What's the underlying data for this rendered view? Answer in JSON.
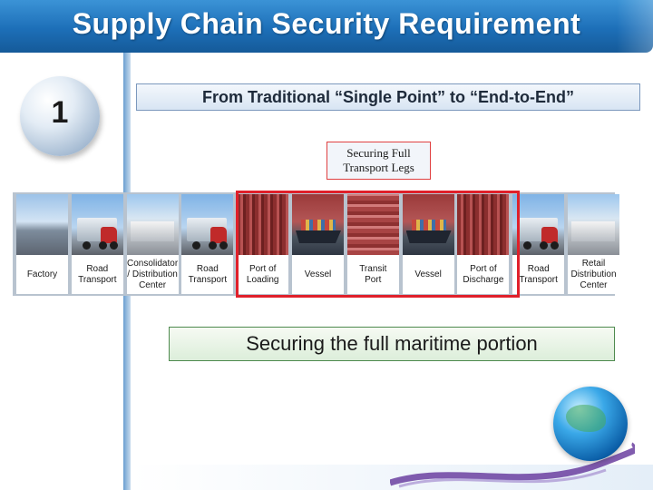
{
  "title": "Supply Chain Security Requirement",
  "step": {
    "number": "1"
  },
  "subtitle": "From Traditional “Single Point” to “End-to-End”",
  "legs_label": "Securing Full\nTransport Legs",
  "chain": [
    {
      "label": "Factory",
      "photo": "factory"
    },
    {
      "label": "Road\nTransport",
      "photo": "truck"
    },
    {
      "label": "Consolidator\n/ Distribution\nCenter",
      "photo": "center"
    },
    {
      "label": "Road\nTransport",
      "photo": "truck"
    },
    {
      "label": "Port of\nLoading",
      "photo": "port"
    },
    {
      "label": "Vessel",
      "photo": "vessel"
    },
    {
      "label": "Transit\nPort",
      "photo": "transit"
    },
    {
      "label": "Vessel",
      "photo": "vessel"
    },
    {
      "label": "Port of\nDischarge",
      "photo": "port"
    },
    {
      "label": "Road\nTransport",
      "photo": "truck"
    },
    {
      "label": "Retail\nDistribution\nCenter",
      "photo": "center"
    }
  ],
  "highlight": {
    "from_index": 4,
    "to_index": 8,
    "color": "#e0202a"
  },
  "bottom_label": "Securing the full maritime portion",
  "colors": {
    "title_bar": "#1d6fb8",
    "accent": "#e0202a",
    "globe": "#0b5fa8"
  }
}
